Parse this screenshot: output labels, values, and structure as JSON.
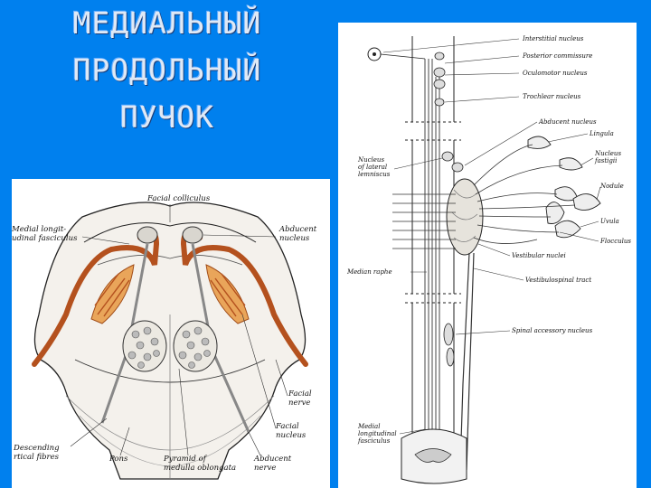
{
  "title": {
    "line1": "МЕДИАЛЬНЫЙ",
    "line2": "ПРОДОЛЬНЫЙ",
    "line3": "ПУЧОК"
  },
  "left_figure": {
    "labels": {
      "facial_colliculus": "Facial colliculus",
      "medial_longitudinal_fasciculus_1": "Medial longit-",
      "medial_longitudinal_fasciculus_2": "udinal fasciculus",
      "abducent_nucleus_1": "Abducent",
      "abducent_nucleus_2": "nucleus",
      "facial_nerve_1": "Facial",
      "facial_nerve_2": "nerve",
      "facial_nucleus_1": "Facial",
      "facial_nucleus_2": "nucleus",
      "descending_cortical_fibres_1": "Descending",
      "descending_cortical_fibres_2": "rtical fibres",
      "pons": "Pons",
      "pyramid_1": "Pyramid of",
      "pyramid_2": "medulla oblongata",
      "abducent_nerve_1": "Abducent",
      "abducent_nerve_2": "nerve"
    },
    "colors": {
      "nerve": "#b4511e",
      "nucleus": "#d98a3a",
      "outline": "#222222"
    }
  },
  "right_figure": {
    "labels": {
      "interstitial_nucleus": "Interstitial nucleus",
      "posterior_commissure": "Posterior commissure",
      "oculomotor_nucleus": "Oculomotor nucleus",
      "trochlear_nucleus": "Trochlear nucleus",
      "abducent_nucleus": "Abducent nucleus",
      "lingula": "Lingula",
      "nucleus_fastigii_1": "Nucleus",
      "nucleus_fastigii_2": "fastigii",
      "nodule": "Nodule",
      "uvula": "Uvula",
      "flocculus": "Flocculus",
      "nucleus_lateral_lemniscus_1": "Nucleus",
      "nucleus_lateral_lemniscus_2": "of lateral",
      "nucleus_lateral_lemniscus_3": "lemniscus",
      "vestibular_nuclei": "Vestibular nuclei",
      "median_raphe": "Median raphe",
      "vestibulospinal_tract": "Vestibulospinal tract",
      "spinal_accessory_nucleus": "Spinal accessory nucleus",
      "mlf_1": "Medial",
      "mlf_2": "longitudinal",
      "mlf_3": "fasciculus"
    }
  }
}
